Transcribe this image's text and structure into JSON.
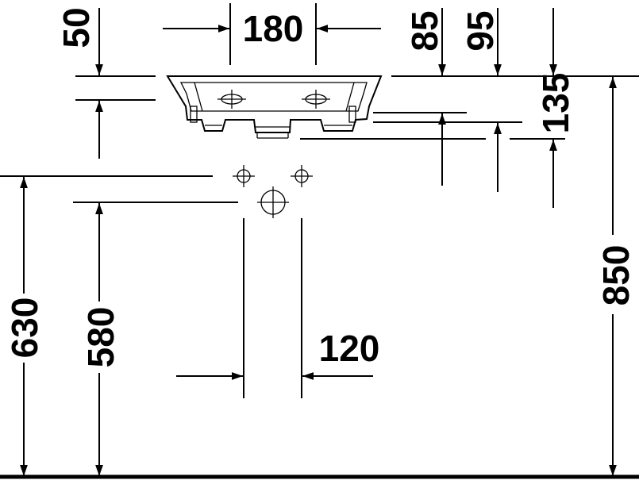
{
  "dimensions": {
    "top_gap": "50",
    "tap_hole_spacing": "180",
    "depth_a": "85",
    "depth_b": "95",
    "basin_height": "135",
    "rim_height": "850",
    "supply_height": "630",
    "drain_height": "580",
    "supply_spacing": "120"
  }
}
